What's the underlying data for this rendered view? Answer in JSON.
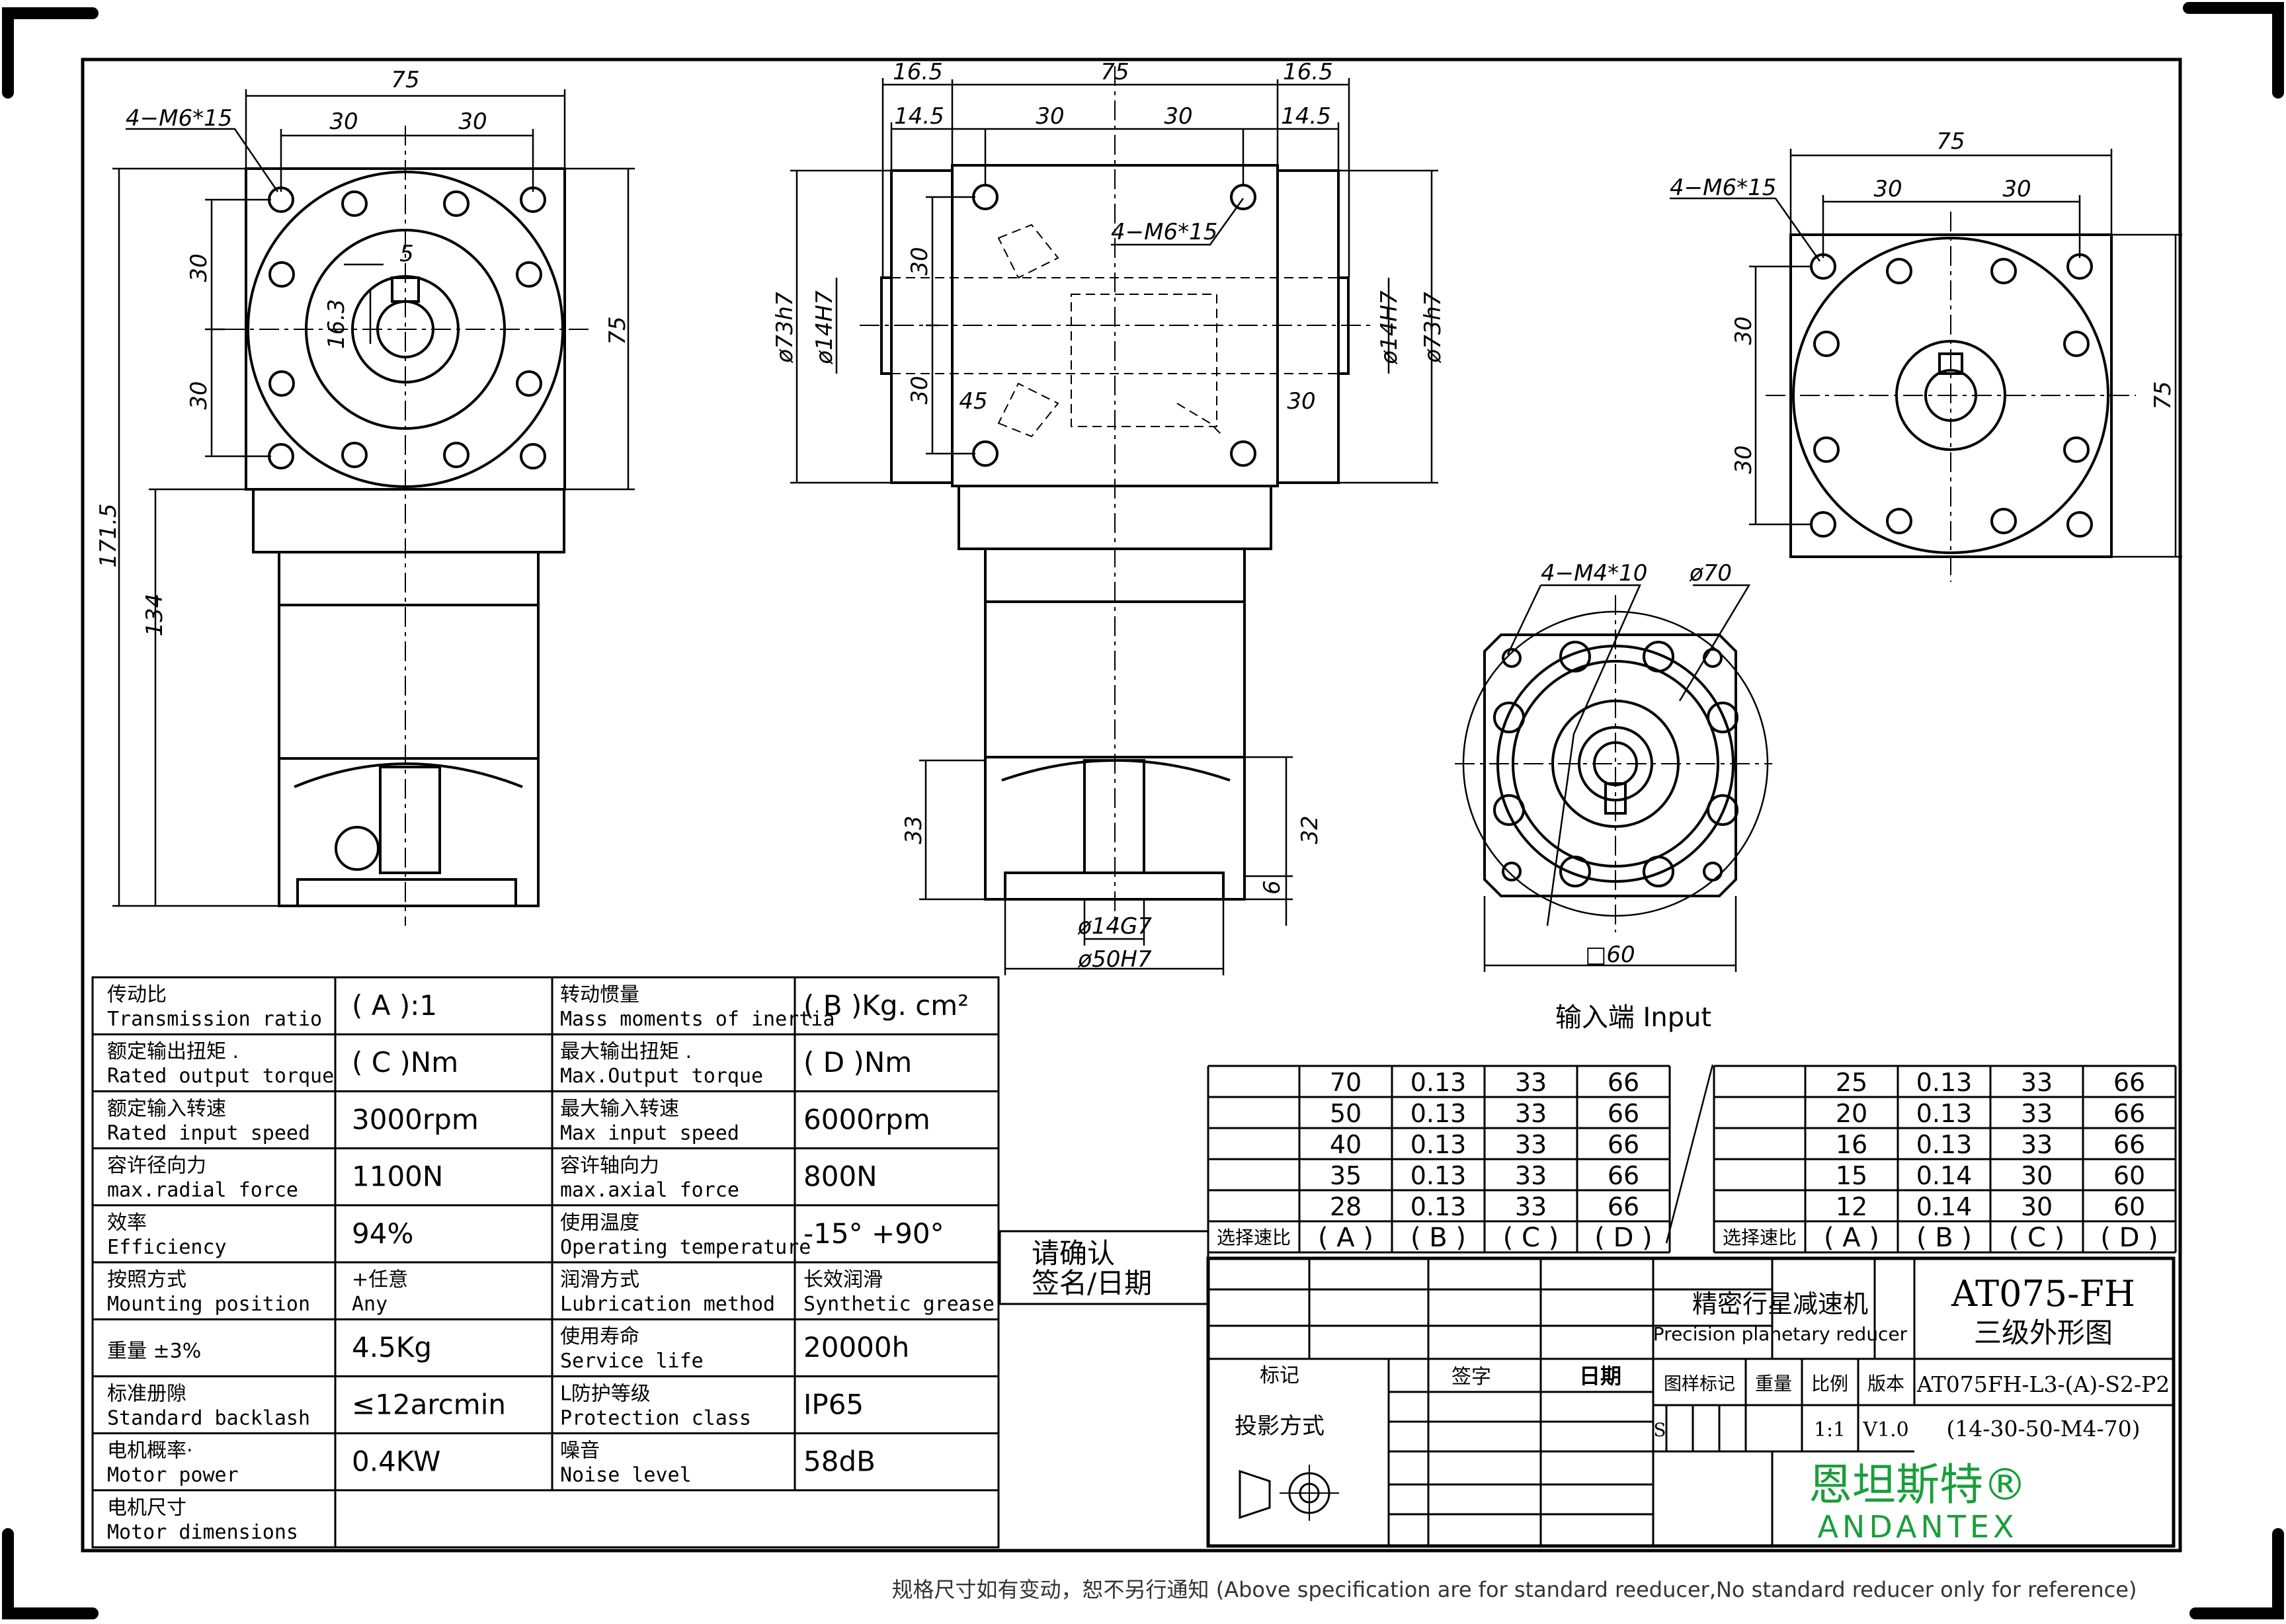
{
  "dims": {
    "front": {
      "w75": "75",
      "w30a": "30",
      "w30b": "30",
      "holes": "4−M6*15",
      "h30a": "30",
      "h30b": "30",
      "key5": "5",
      "key163": "16.3",
      "h75": "75",
      "h1715": "171.5",
      "h134": "134"
    },
    "side": {
      "s165a": "16.5",
      "s145a": "14.5",
      "w75": "75",
      "s165b": "16.5",
      "s145b": "14.5",
      "w30a": "30",
      "w30b": "30",
      "holes": "4−M6*15",
      "v30a": "30",
      "v30b": "30",
      "d45": "45",
      "d30": "30",
      "dia73a": "ø73h7",
      "dia14a": "ø14H7",
      "dia14b": "ø14H7",
      "dia73b": "ø73h7",
      "h33": "33",
      "h32": "32",
      "h6": "6",
      "dia14g": "ø14G7",
      "dia50": "ø50H7"
    },
    "right": {
      "w75": "75",
      "w30a": "30",
      "w30b": "30",
      "holes": "4−M6*15",
      "h30a": "30",
      "h30b": "30",
      "h75": "75"
    },
    "input": {
      "holes": "4−M4*10",
      "dia70": "ø70",
      "sq60": "□60",
      "label": "输入端  Input"
    }
  },
  "spec_rows": [
    {
      "l_cn": "传动比",
      "l_en": "Transmission ratio",
      "l_val": "(  A  ):1",
      "r_cn": "转动惯量",
      "r_en": "Mass moments of inertia",
      "r_val": "(  B  )Kg. cm²"
    },
    {
      "l_cn": "额定输出扭矩  .",
      "l_en": "Rated output torque",
      "l_val": "(  C  )Nm",
      "r_cn": "最大输出扭矩  .",
      "r_en": "Max.Output torque",
      "r_val": "(  D  )Nm"
    },
    {
      "l_cn": "额定输入转速",
      "l_en": "Rated input speed",
      "l_val": "3000rpm",
      "r_cn": "最大输入转速",
      "r_en": "Max input speed",
      "r_val": "6000rpm"
    },
    {
      "l_cn": "容许径向力",
      "l_en": "max.radial force",
      "l_val": "1100N",
      "r_cn": "容许轴向力",
      "r_en": "max.axial  force",
      "r_val": "800N"
    },
    {
      "l_cn": "效率",
      "l_en": "Efficiency",
      "l_val": "94%",
      "r_cn": "使用温度",
      "r_en": "Operating temperature",
      "r_val": "-15°  +90°"
    },
    {
      "l_cn": "按照方式",
      "l_en": "Mounting position",
      "l_val": "+任意\nAny",
      "r_cn": "润滑方式",
      "r_en": "Lubrication method",
      "r_val": "长效润滑\nSynthetic grease"
    },
    {
      "l_cn": "重量 ±3%",
      "l_en": "",
      "l_val": "4.5Kg",
      "r_cn": "使用寿命",
      "r_en": "Service life",
      "r_val": "20000h"
    },
    {
      "l_cn": "标准册隙",
      "l_en": "Standard backlash",
      "l_val": "≤12arcmin",
      "r_cn": "L防护等级",
      "r_en": "Protection class",
      "r_val": "IP65"
    },
    {
      "l_cn": "电机概率·",
      "l_en": "Motor power",
      "l_val": "0.4KW",
      "r_cn": "噪音",
      "r_en": "Noise level",
      "r_val": "58dB"
    },
    {
      "l_cn": "电机尺寸",
      "l_en": "Motor dimensions",
      "l_val": "",
      "r_cn": "",
      "r_en": "",
      "r_val": ""
    }
  ],
  "ratio_left": [
    [
      "70",
      "0.13",
      "33",
      "66"
    ],
    [
      "50",
      "0.13",
      "33",
      "66"
    ],
    [
      "40",
      "0.13",
      "33",
      "66"
    ],
    [
      "35",
      "0.13",
      "33",
      "66"
    ],
    [
      "28",
      "0.13",
      "33",
      "66"
    ]
  ],
  "ratio_right": [
    [
      "25",
      "0.13",
      "33",
      "66"
    ],
    [
      "20",
      "0.13",
      "33",
      "66"
    ],
    [
      "16",
      "0.13",
      "33",
      "66"
    ],
    [
      "15",
      "0.14",
      "30",
      "60"
    ],
    [
      "12",
      "0.14",
      "30",
      "60"
    ]
  ],
  "ratio_header": {
    "label": "选择速比",
    "a": "( A )",
    "b": "( B )",
    "c": "( C )",
    "d": "( D )"
  },
  "confirm": {
    "line1": "请确认",
    "line2": "签名/日期"
  },
  "title_block": {
    "name_cn": "精密行星减速机",
    "name_en": "Precision planetary reducer",
    "model": "AT075-FH",
    "drawing": "三级外形图",
    "mark": "标记",
    "sign": "签字",
    "date": "日期",
    "projection": "投影方式",
    "pattern_mark": "图样标记",
    "weight": "重量",
    "scale": "比例",
    "version": "版本",
    "s": "S",
    "scale_val": "1:1",
    "version_val": "V1.0",
    "code1": "AT075FH-L3-(A)-S2-P2",
    "code2": "(14-30-50-M4-70)",
    "brand_cn": "恩坦斯特®",
    "brand_en": "ANDANTEX",
    "brand_color": "#1a9e3a"
  },
  "footer": "规格尺寸如有变动，恕不另行通知    (Above specification are for standard reeducer,No standard reducer only for reference)"
}
